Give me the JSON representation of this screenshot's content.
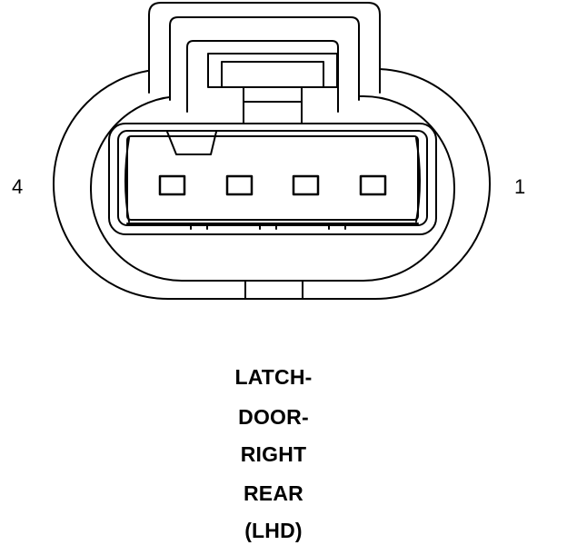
{
  "diagram": {
    "pin_labels": {
      "left": "4",
      "right": "1"
    },
    "pin_count": 4,
    "caption_lines": [
      "LATCH-",
      "DOOR-",
      "RIGHT",
      "REAR",
      "(LHD)"
    ],
    "line_color": "#000000",
    "background_color": "#ffffff"
  }
}
